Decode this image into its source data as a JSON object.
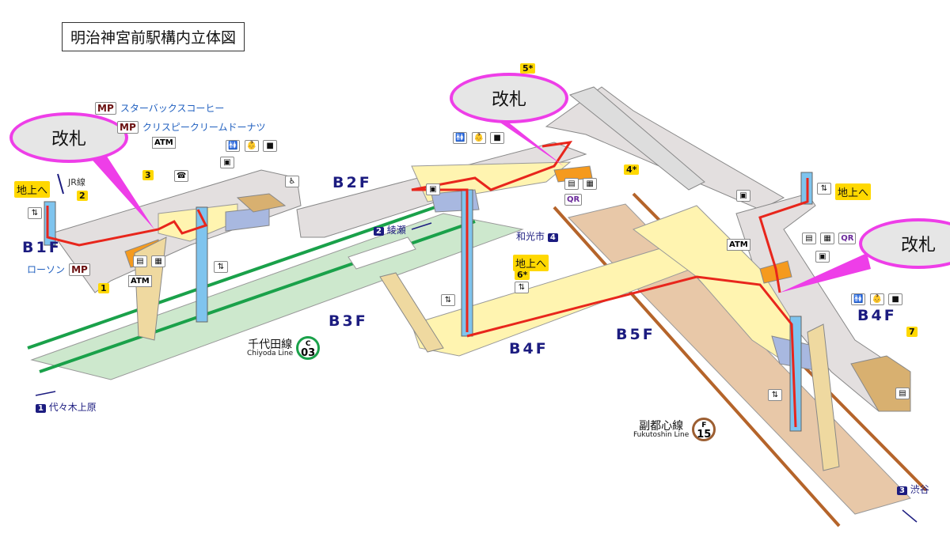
{
  "title": "明治神宮前駅構内立体図",
  "gate_label": "改札",
  "floors": {
    "b1f": "B1F",
    "b2f": "B2F",
    "b3f": "B3F",
    "b4f_left": "B4F",
    "b4f_right": "B4F",
    "b5f": "B5F"
  },
  "exits": {
    "e1": "1",
    "e2": "2",
    "e3": "3",
    "e4": "4*",
    "e5": "5*",
    "e6": "6*",
    "e7": "7"
  },
  "to_ground": "地上へ",
  "jr": "JR線",
  "shops": {
    "starbucks": "スターバックスコーヒー",
    "krispy": "クリスピークリームドーナツ",
    "lawson": "ローソン",
    "mp": "MP"
  },
  "atm": "ATM",
  "icons": {
    "toilet": "toilet-icon",
    "baby": "baby-room-icon",
    "ostomate": "ostomate-icon",
    "ticket": "ticket-machine-icon",
    "fare": "fare-adjust-icon",
    "qr": "QR",
    "elevator": "elevator-icon",
    "phone": "phone-icon",
    "locker": "locker-icon",
    "escalator": "wheelchair-stair-lift-icon"
  },
  "destinations": {
    "ayase": {
      "num": "2",
      "name": "綾瀬"
    },
    "wakoshi": {
      "num": "4",
      "name": "和光市"
    },
    "yoyogi": {
      "num": "1",
      "name": "代々木上原"
    },
    "shibuya": {
      "num": "3",
      "name": "渋谷"
    }
  },
  "lines": {
    "chiyoda": {
      "name": "千代田線",
      "en": "Chiyoda Line",
      "letter": "C",
      "code": "03",
      "color": "#1aa14a"
    },
    "fukutoshin": {
      "name": "副都心線",
      "en": "Fukutoshin Line",
      "letter": "F",
      "code": "15",
      "color": "#9c5e31"
    }
  },
  "colors": {
    "route": "#e8261c",
    "bubble": "#ee3ee8",
    "concourse": "#e3dfdf",
    "b3f_platform": "#cde8cd",
    "b5f_platform": "#e8c8a8",
    "b4f_area": "#fff4b0"
  }
}
